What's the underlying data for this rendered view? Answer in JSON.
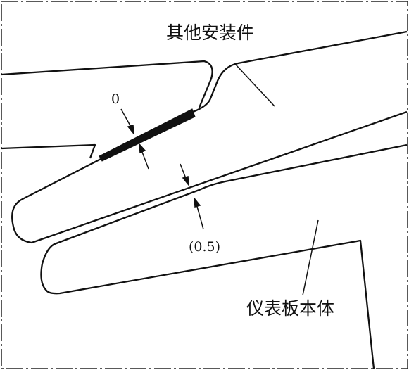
{
  "labels": {
    "other_parts": "其他安装件",
    "gap_zero": "0",
    "gap_half": "(0.5)",
    "panel_body": "仪表板本体"
  }
}
